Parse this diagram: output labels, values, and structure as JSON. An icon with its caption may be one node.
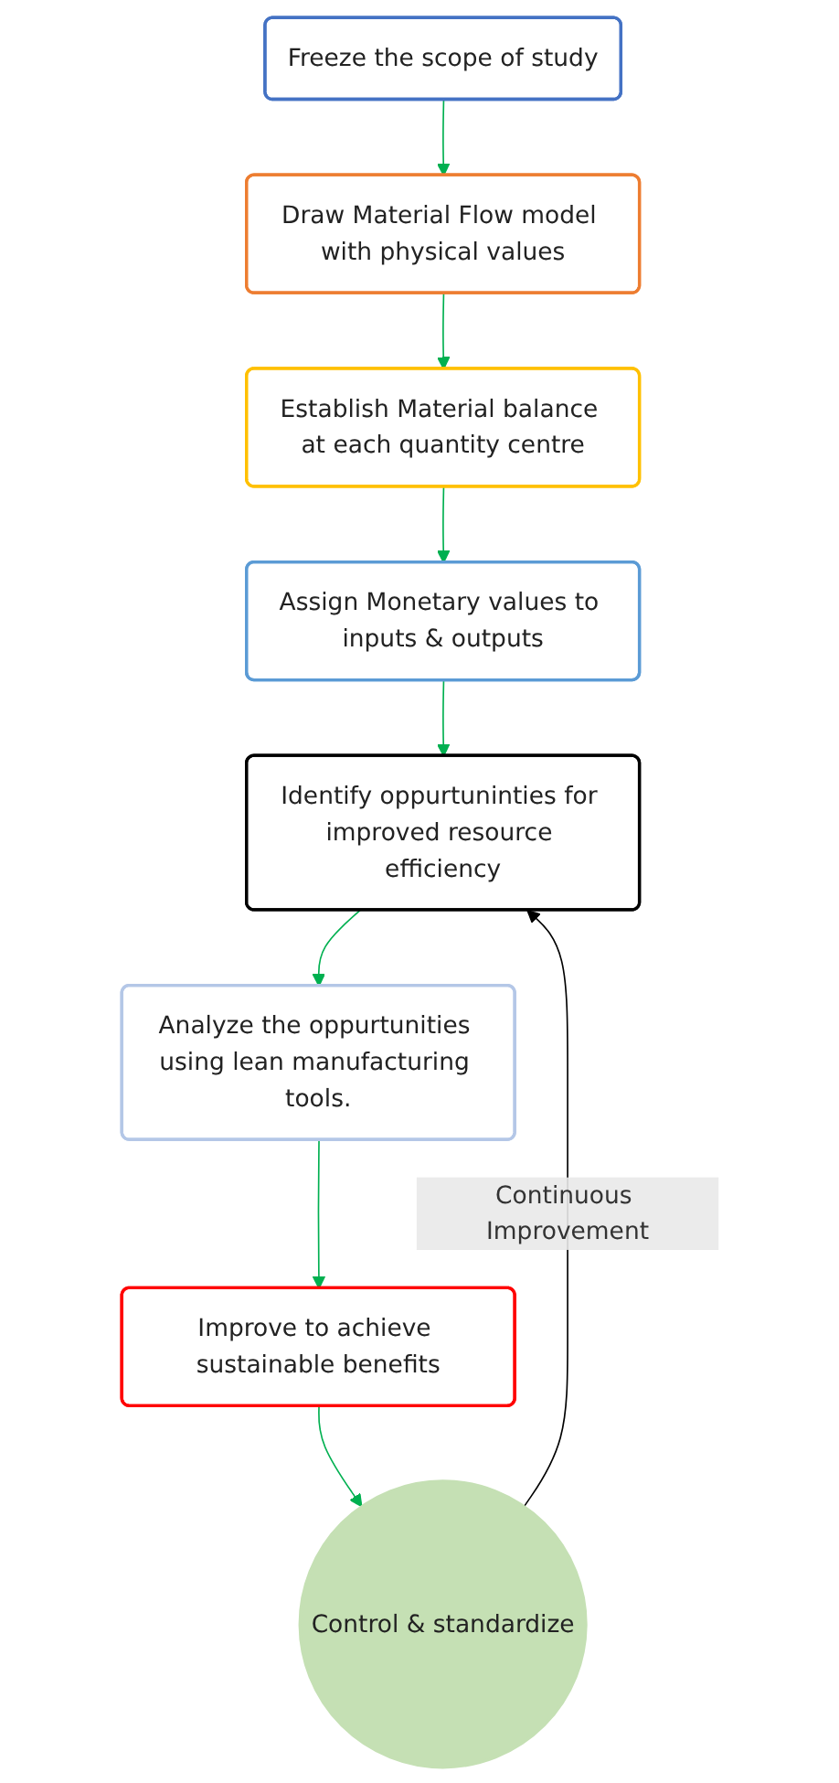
{
  "diagram": {
    "nodes": [
      {
        "text": [
          "Freeze the scope of study"
        ]
      },
      {
        "text": [
          "Draw Material Flow model with physical values"
        ]
      },
      {
        "text": [
          "Establish Material balance at each quantity centre"
        ]
      },
      {
        "text": [
          "Assign Monetary values to inputs & outputs"
        ]
      },
      {
        "text": [
          "Identify oppurtuninties for improved resource efficiency"
        ]
      },
      {
        "text": [
          "Analyze the oppurtunities using lean manufacturing tools."
        ]
      },
      {
        "text": [
          "Improve to achieve sustainable benefits"
        ]
      },
      {
        "text": [
          "Control & standardize"
        ]
      }
    ],
    "edges": [
      {
        "from": 0,
        "to": 1,
        "arrow": "to",
        "color": "#00b050"
      },
      {
        "from": 1,
        "to": 2,
        "arrow": "to",
        "color": "#00b050"
      },
      {
        "from": 2,
        "to": 3,
        "arrow": "to",
        "color": "#00b050"
      },
      {
        "from": 3,
        "to": 4,
        "arrow": "to",
        "color": "#00b050"
      },
      {
        "from": 4,
        "to": 5,
        "arrow": "to",
        "color": "#00b050"
      },
      {
        "from": 5,
        "to": 6,
        "arrow": "to",
        "color": "#00b050"
      },
      {
        "from": 6,
        "to": 7,
        "arrow": "to",
        "color": "#00b050"
      },
      {
        "from": 7,
        "to": 4,
        "arrow": "to",
        "label": "Continuous Improvement",
        "color": "#000000"
      }
    ]
  }
}
